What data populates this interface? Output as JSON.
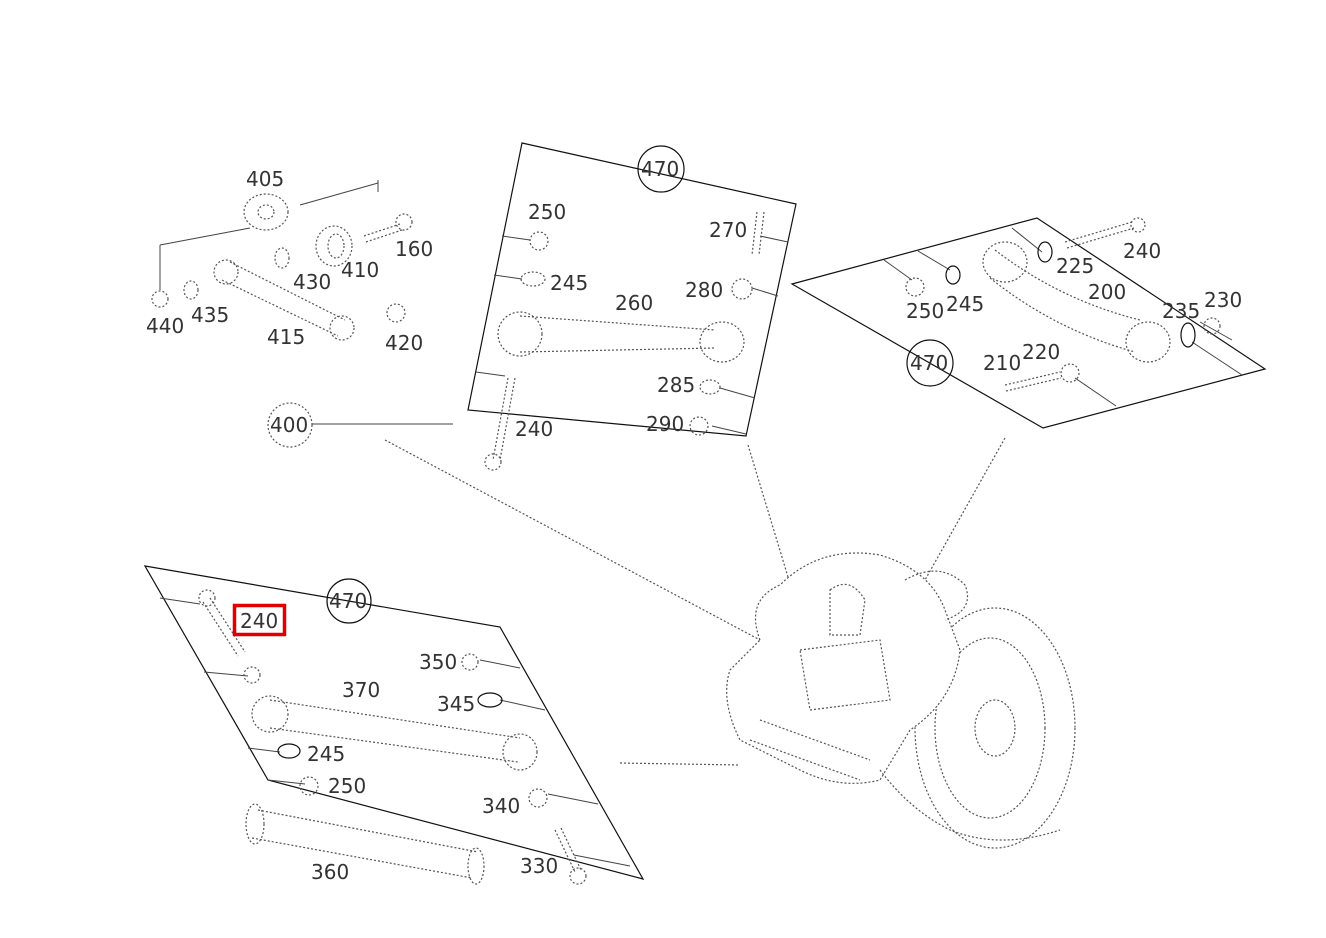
{
  "diagram": {
    "labels": {
      "g1_405": "405",
      "g1_160": "160",
      "g1_430": "430",
      "g1_410": "410",
      "g1_440": "440",
      "g1_435": "435",
      "g1_415": "415",
      "g1_420": "420",
      "g1_400": "400",
      "g2_470": "470",
      "g2_250": "250",
      "g2_270": "270",
      "g2_245": "245",
      "g2_280": "280",
      "g2_260": "260",
      "g2_285": "285",
      "g2_240": "240",
      "g2_290": "290",
      "g3_240": "240",
      "g3_225": "225",
      "g3_200": "200",
      "g3_250": "250",
      "g3_245": "245",
      "g3_235": "235",
      "g3_230": "230",
      "g3_470": "470",
      "g3_210": "210",
      "g3_220": "220",
      "g4_470": "470",
      "g4_240": "240",
      "g4_350": "350",
      "g4_370": "370",
      "g4_345": "345",
      "g4_245": "245",
      "g4_250": "250",
      "g4_340": "340",
      "g4_360": "360",
      "g4_330": "330"
    },
    "highlight": {
      "part": "240",
      "color": "#e00000"
    }
  }
}
